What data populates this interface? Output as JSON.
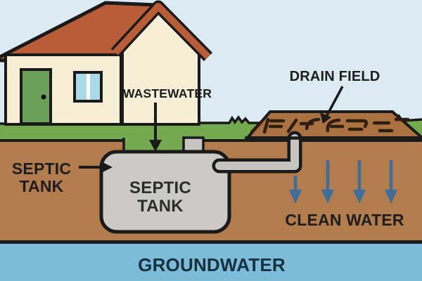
{
  "labels": {
    "wastewater": "WASTEWATER",
    "drain_field": "DRAIN FIELD",
    "septic_tank_callout": {
      "line1": "SEPTIC",
      "line2": "TANK"
    },
    "tank": {
      "line1": "SEPTIC",
      "line2": "TANK"
    },
    "clean_water": "CLEAN WATER",
    "groundwater": "GROUNDWATER"
  },
  "colors": {
    "sky": "#dcebf1",
    "grass": "#73aa50",
    "soil": "#b27c4c",
    "drain_field": "#aa7241",
    "groundwater": "#7cbcd9",
    "tank": "#cbcac6",
    "pipe": "#c6c5c1",
    "roof": "#b95d38",
    "wall": "#f7eed6",
    "door": "#6ba05b",
    "window": "#aadae8",
    "arrow_blue": "#3d6e9c",
    "outline": "#1a1a1a",
    "label": "#1d1d1d",
    "tank_label": "#2b2b2b",
    "groundwater_label": "#16303d",
    "field_marks": "#2d1e10"
  }
}
